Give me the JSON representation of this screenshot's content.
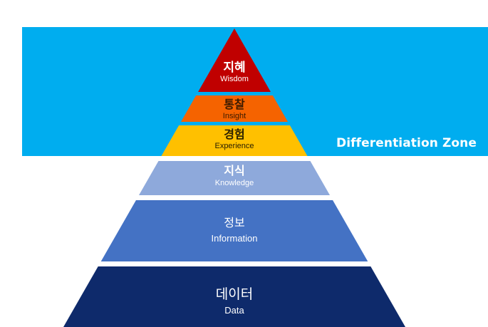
{
  "colors": {
    "zone_band": "#00adef",
    "zone_label": "#ffffff",
    "background": "#ffffff"
  },
  "zone": {
    "label": "Differentiation Zone"
  },
  "levels": [
    {
      "korean": "지혜",
      "english": "Wisdom",
      "color": "#c00000",
      "text_color": "#ffffff"
    },
    {
      "korean": "통찰",
      "english": "Insight",
      "color": "#f56300",
      "text_color": "#3a1a00"
    },
    {
      "korean": "경험",
      "english": "Experience",
      "color": "#ffc000",
      "text_color": "#2a2000"
    },
    {
      "korean": "지식",
      "english": "Knowledge",
      "color": "#8ea9db",
      "text_color": "#ffffff"
    },
    {
      "korean": "정보",
      "english": "Information",
      "color": "#4472c4",
      "text_color": "#ffffff"
    },
    {
      "korean": "데이터",
      "english": "Data",
      "color": "#0e2a6b",
      "text_color": "#ffffff"
    }
  ]
}
